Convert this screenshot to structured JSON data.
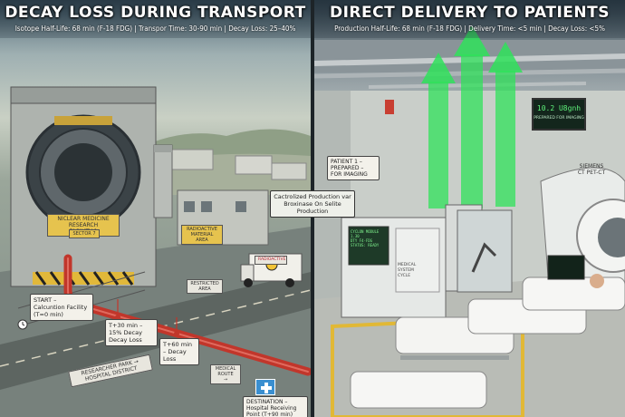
{
  "left": {
    "title": "DECAY LOSS DURING TRANSPORT",
    "subtitle": "Isotope Half-Life: 68 min (F-18 FDG) | Transpor Time: 30-90 min | Decay Loss: 25–40%",
    "facility_sign": "NICLEAR MEDICINE RESEARCH\nFACILITY 1",
    "facility_sign2": "SECTOR 7",
    "small_sign": "RADIOACTIVE MATERIAL\nAREA",
    "truck_label": "RADIOACTIVE",
    "fence_sign": "RESTRICTED\nAREA",
    "start_label": "START – Calcuntion Facility (T=0 min)",
    "t30_label": "T+30 min – 15% Decay Decay Loss",
    "t60_label": "T+60 min – Decay Loss",
    "park_sign": "RESEARCHER PARK →\nHOSPITAL DISTRICT",
    "road_sign": "MEDICAL\nROUTE\n→",
    "destination_label": "DESTINATION – Hospital Receiving Point (T+90 min)"
  },
  "center_label": "Cactrolized Production var Broxinase On Selite Production",
  "right": {
    "title": "DIRECT DELIVERY TO PATIENTS",
    "subtitle": "Production Half-Life: 68 min (F-18 FDG) | Delivery Time: <5 min | Decay Loss: <5%",
    "monitor_value": "10.2 U8gnh",
    "monitor_sub": "PREPARED FOR IMAGING",
    "patient_sign": "PATIENT 1 –\nPREPARED –\nFOR IMAGING",
    "cyclotron_screen": "CYCLON MODULE 1.30\nDTY  F4-FDG\nSTATUS: READY",
    "scanner_label": "SIEMENS\nCT PET-CT",
    "cyclotron_plate": "MEDICAL\nSYSTEM\nCYCLE"
  },
  "colors": {
    "pipe_red": "#c1362b",
    "beam_green": "#2fe25a",
    "medical_blue": "#3a8fd0"
  }
}
